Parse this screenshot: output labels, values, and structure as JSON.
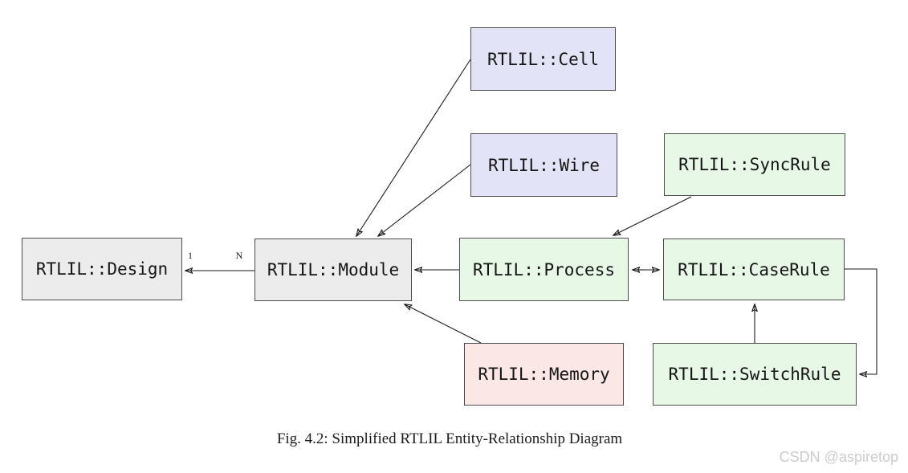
{
  "figure": {
    "caption": "Fig. 4.2: Simplified RTLIL Entity-Relationship Diagram",
    "watermark": "CSDN @aspiretop"
  },
  "colors": {
    "entity_gray": "#ececec",
    "entity_lavender": "#e3e3f8",
    "entity_green": "#e7f8e7",
    "entity_pink": "#fce7e7",
    "node_border": "#4d4d4d",
    "edge_line": "#1a1a1a",
    "watermark_gray": "#cccccc"
  },
  "nodes": {
    "cell": {
      "label": "RTLIL::Cell"
    },
    "wire": {
      "label": "RTLIL::Wire"
    },
    "syncrule": {
      "label": "RTLIL::SyncRule"
    },
    "design": {
      "label": "RTLIL::Design"
    },
    "module": {
      "label": "RTLIL::Module"
    },
    "process": {
      "label": "RTLIL::Process"
    },
    "caserule": {
      "label": "RTLIL::CaseRule"
    },
    "memory": {
      "label": "RTLIL::Memory"
    },
    "switchrule": {
      "label": "RTLIL::SwitchRule"
    }
  },
  "edges": {
    "module_to_design": {
      "from": "RTLIL::Module",
      "to": "RTLIL::Design",
      "arrowheads": "to",
      "label_near_design": "1",
      "label_near_module": "N"
    },
    "cell_to_module": {
      "from": "RTLIL::Cell",
      "to": "RTLIL::Module",
      "arrowheads": "to"
    },
    "wire_to_module": {
      "from": "RTLIL::Wire",
      "to": "RTLIL::Module",
      "arrowheads": "to"
    },
    "syncrule_to_process": {
      "from": "RTLIL::SyncRule",
      "to": "RTLIL::Process",
      "arrowheads": "to"
    },
    "process_to_module": {
      "from": "RTLIL::Process",
      "to": "RTLIL::Module",
      "arrowheads": "to"
    },
    "process_caserule": {
      "from": "RTLIL::Process",
      "to": "RTLIL::CaseRule",
      "arrowheads": "both"
    },
    "memory_to_module": {
      "from": "RTLIL::Memory",
      "to": "RTLIL::Module",
      "arrowheads": "to"
    },
    "switchrule_to_caserule": {
      "from": "RTLIL::SwitchRule",
      "to": "RTLIL::CaseRule",
      "arrowheads": "to"
    },
    "caserule_to_switchrule": {
      "from": "RTLIL::CaseRule",
      "to": "RTLIL::SwitchRule",
      "arrowheads": "to",
      "routing": "elbow-right"
    }
  }
}
